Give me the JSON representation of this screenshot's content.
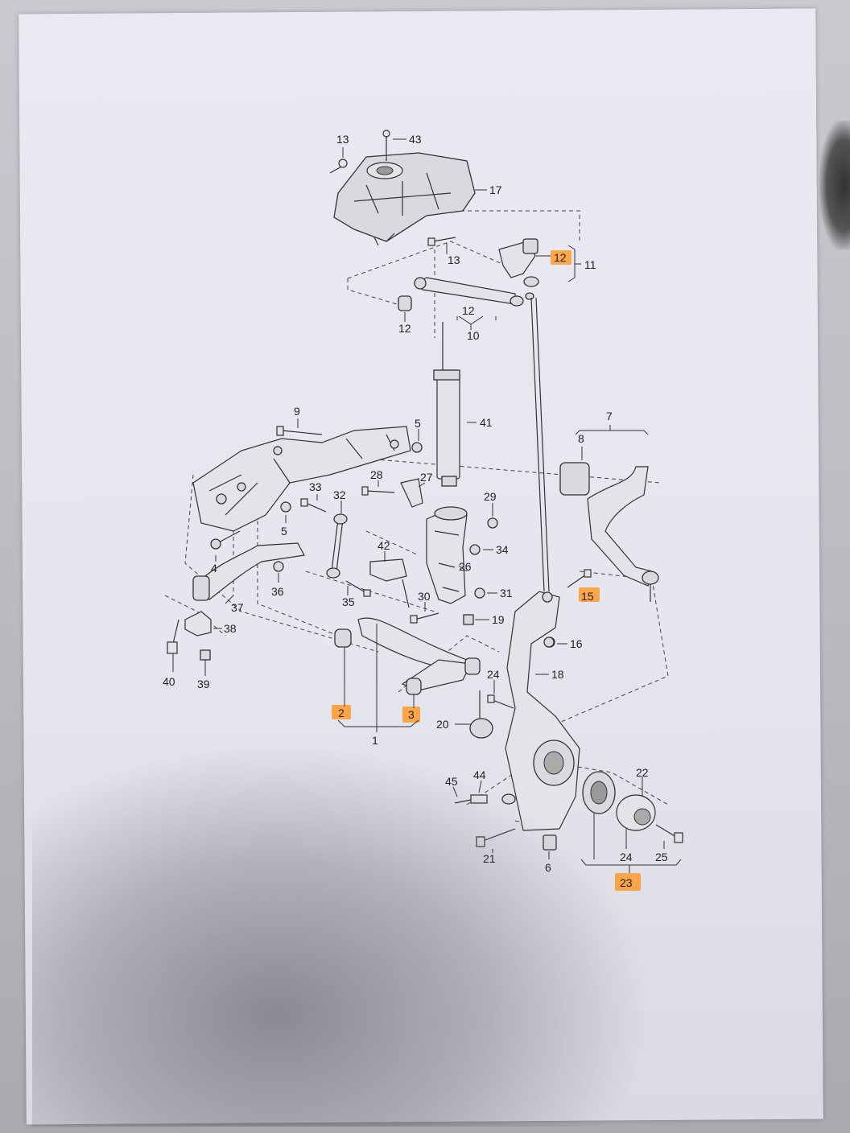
{
  "diagram": {
    "labels": {
      "l1": "1",
      "l2": "2",
      "l3": "3",
      "l4": "4",
      "l5a": "5",
      "l5b": "5",
      "l6": "6",
      "l7": "7",
      "l8": "8",
      "l9": "9",
      "l10": "10",
      "l11": "11",
      "l12a": "12",
      "l12b": "12",
      "l12c": "12",
      "l13a": "13",
      "l13b": "13",
      "l15": "15",
      "l16": "16",
      "l17": "17",
      "l18": "18",
      "l19": "19",
      "l20": "20",
      "l21": "21",
      "l22": "22",
      "l23": "23",
      "l24a": "24",
      "l24b": "24",
      "l25": "25",
      "l26": "26",
      "l27": "27",
      "l28": "28",
      "l29": "29",
      "l30": "30",
      "l31": "31",
      "l32": "32",
      "l33": "33",
      "l34": "34",
      "l35": "35",
      "l36": "36",
      "l37": "37",
      "l38": "38",
      "l39": "39",
      "l40": "40",
      "l41": "41",
      "l42": "42",
      "l43": "43",
      "l44": "44",
      "l45": "45"
    },
    "highlight_color": "#ff9a2e"
  }
}
